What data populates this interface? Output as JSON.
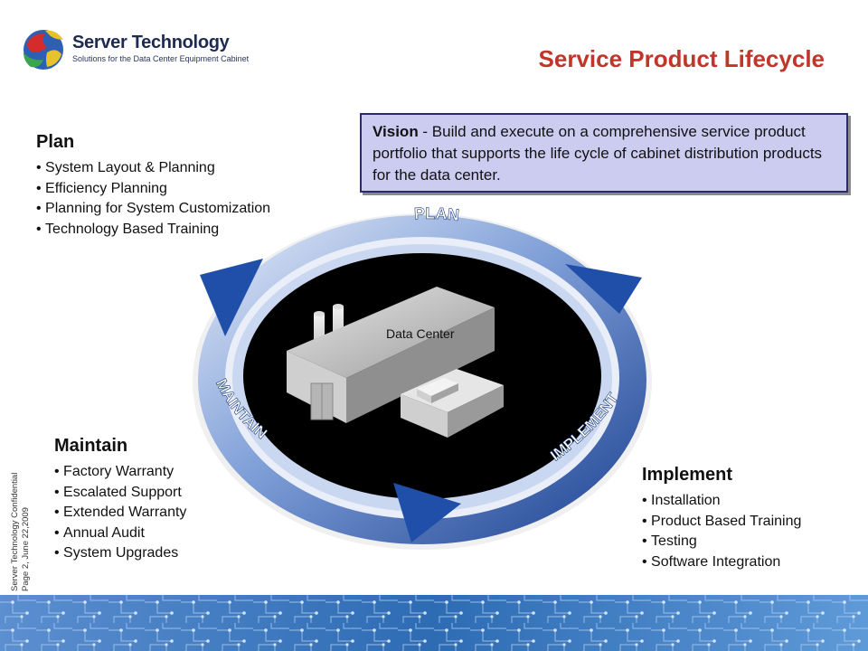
{
  "header": {
    "logo_name": "Server Technology",
    "logo_tagline": "Solutions for the Data Center Equipment Cabinet",
    "title": "Service Product Lifecycle"
  },
  "vision": {
    "label": "Vision",
    "text": " - Build and execute on a comprehensive service product portfolio that supports the life cycle of cabinet distribution products for the data center."
  },
  "sections": {
    "plan": {
      "heading": "Plan",
      "items": [
        "System Layout & Planning",
        "Efficiency Planning",
        "Planning for System Customization",
        "Technology Based Training"
      ]
    },
    "maintain": {
      "heading": "Maintain",
      "items": [
        "Factory Warranty",
        "Escalated Support",
        "Extended Warranty",
        "Annual Audit",
        "System Upgrades"
      ]
    },
    "implement": {
      "heading": "Implement",
      "items": [
        "Installation",
        "Product Based Training",
        "Testing",
        "Software Integration"
      ]
    }
  },
  "diagram": {
    "center_label": "Data Center",
    "arc_labels": {
      "plan": "PLAN",
      "implement": "IMPLEMENT",
      "maintain": "MAINTAIN"
    }
  },
  "footer": {
    "confidential": "Server Technology Confidential",
    "page": "Page 2, June 22,2009"
  },
  "colors": {
    "title": "#c1352b",
    "vision_bg": "#cccbf0",
    "arrow_blue": "#1f4fa8",
    "footer_blue": "#2d6bb3"
  }
}
